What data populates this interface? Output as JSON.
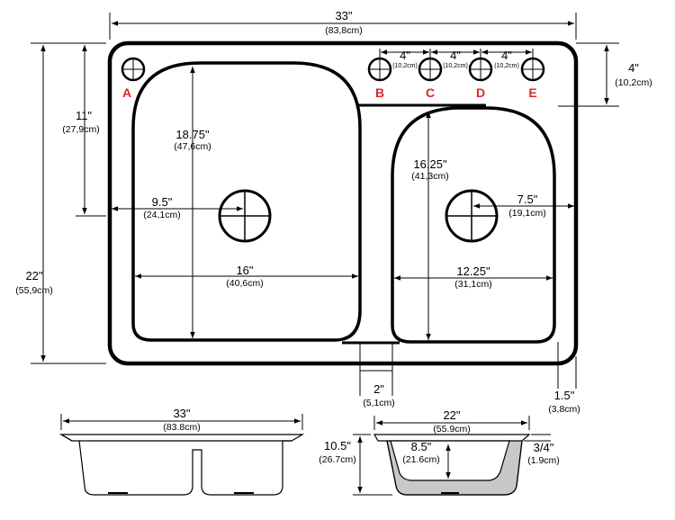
{
  "colors": {
    "line": "#000000",
    "hole_label": "#e0252a",
    "basin_fill": "#c8c8c8"
  },
  "top_view": {
    "overall_width": {
      "value": "33\"",
      "metric": "(83,8cm)"
    },
    "overall_depth": {
      "value": "22\"",
      "metric": "(55,9cm)"
    },
    "faucet_setback": {
      "value": "11\"",
      "metric": "(27,9cm)"
    },
    "hole_row_offset": {
      "value": "4\"",
      "metric": "(10,2cm)"
    },
    "hole_spacing": [
      {
        "value": "4\"",
        "metric": "(10,2cm)"
      },
      {
        "value": "4\"",
        "metric": "(10,2cm)"
      },
      {
        "value": "4\"",
        "metric": "(10,2cm)"
      }
    ],
    "hole_labels": [
      "A",
      "B",
      "C",
      "D",
      "E"
    ],
    "large_bowl": {
      "length": {
        "value": "18.75\"",
        "metric": "(47,6cm)"
      },
      "width": {
        "value": "16\"",
        "metric": "(40,6cm)"
      },
      "drain_offset": {
        "value": "9.5\"",
        "metric": "(24,1cm)"
      }
    },
    "small_bowl": {
      "length": {
        "value": "16.25\"",
        "metric": "(41,3cm)"
      },
      "width": {
        "value": "12.25\"",
        "metric": "(31,1cm)"
      },
      "drain_offset": {
        "value": "7.5\"",
        "metric": "(19,1cm)"
      }
    },
    "divider_width": {
      "value": "2\"",
      "metric": "(5,1cm)"
    },
    "rim_width": {
      "value": "1.5\"",
      "metric": "(3,8cm)"
    }
  },
  "front_view": {
    "width": {
      "value": "33\"",
      "metric": "(83.8cm)"
    }
  },
  "side_view": {
    "width": {
      "value": "22\"",
      "metric": "(55.9cm)"
    },
    "height": {
      "value": "10.5\"",
      "metric": "(26.7cm)"
    },
    "basin_depth": {
      "value": "8.5\"",
      "metric": "(21.6cm)"
    },
    "rim_thickness": {
      "value": "3/4\"",
      "metric": "(1.9cm)"
    }
  }
}
